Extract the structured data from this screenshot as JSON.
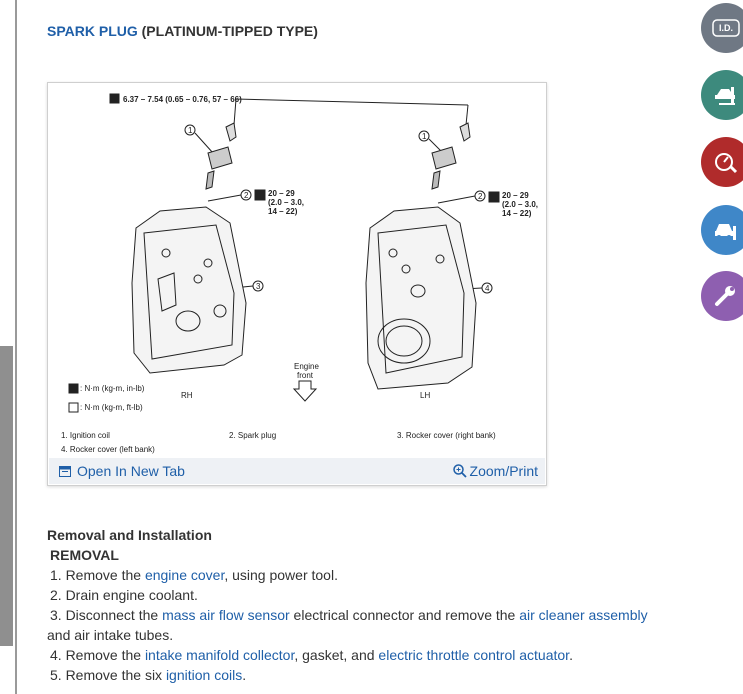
{
  "header": {
    "title_link": "SPARK PLUG",
    "title_rest": " (PLATINUM-TIPPED TYPE)"
  },
  "figure": {
    "torque_top": "6.37 – 7.54 (0.65 – 0.76, 57 – 66)",
    "torque_right_a": "20 – 29",
    "torque_right_b": "(2.0 – 3.0,",
    "torque_right_c": "14 – 22)",
    "rh_label": "RH",
    "lh_label": "LH",
    "engine_front": "Engine",
    "engine_front2": "front",
    "legend_nm_inlb": ": N·m (kg-m, in-lb)",
    "legend_nm_ftlb": ": N·m (kg-m, ft-lb)",
    "callouts": [
      "1",
      "2",
      "3",
      "4"
    ],
    "parts": [
      "1.    Ignition coil",
      "2.    Spark plug",
      "3.    Rocker cover (right bank)",
      "4.    Rocker cover (left bank)"
    ],
    "open_tab": "Open In New Tab",
    "zoom": "Zoom/Print"
  },
  "instructions": {
    "heading": "Removal and Installation",
    "subheading": "REMOVAL",
    "step1_pre": "1. Remove the ",
    "step1_link": "engine cover",
    "step1_post": ", using power tool.",
    "step2": "2. Drain engine coolant.",
    "step3_pre": "3. Disconnect the ",
    "step3_link1": "mass air flow sensor",
    "step3_mid": " electrical connector and remove the ",
    "step3_link2": "air cleaner assembly",
    "step3_post": "and air intake tubes.",
    "step4_pre": "4. Remove the ",
    "step4_link1": "intake manifold collector",
    "step4_mid": ", gasket, and ",
    "step4_link2": "electric throttle control actuator",
    "step4_post": ".",
    "step5_pre": "5. Remove the six ",
    "step5_link": "ignition coils",
    "step5_post": "."
  },
  "side_buttons": [
    {
      "icon": "id-icon",
      "label": "I.D.",
      "color": "#6f7884"
    },
    {
      "icon": "car-lift-icon",
      "color": "#3d8a7d"
    },
    {
      "icon": "gauge-wrench-icon",
      "color": "#b02b2b"
    },
    {
      "icon": "car-service-icon",
      "color": "#3f87c8"
    },
    {
      "icon": "wrench-icon",
      "color": "#8e5fb0"
    }
  ]
}
